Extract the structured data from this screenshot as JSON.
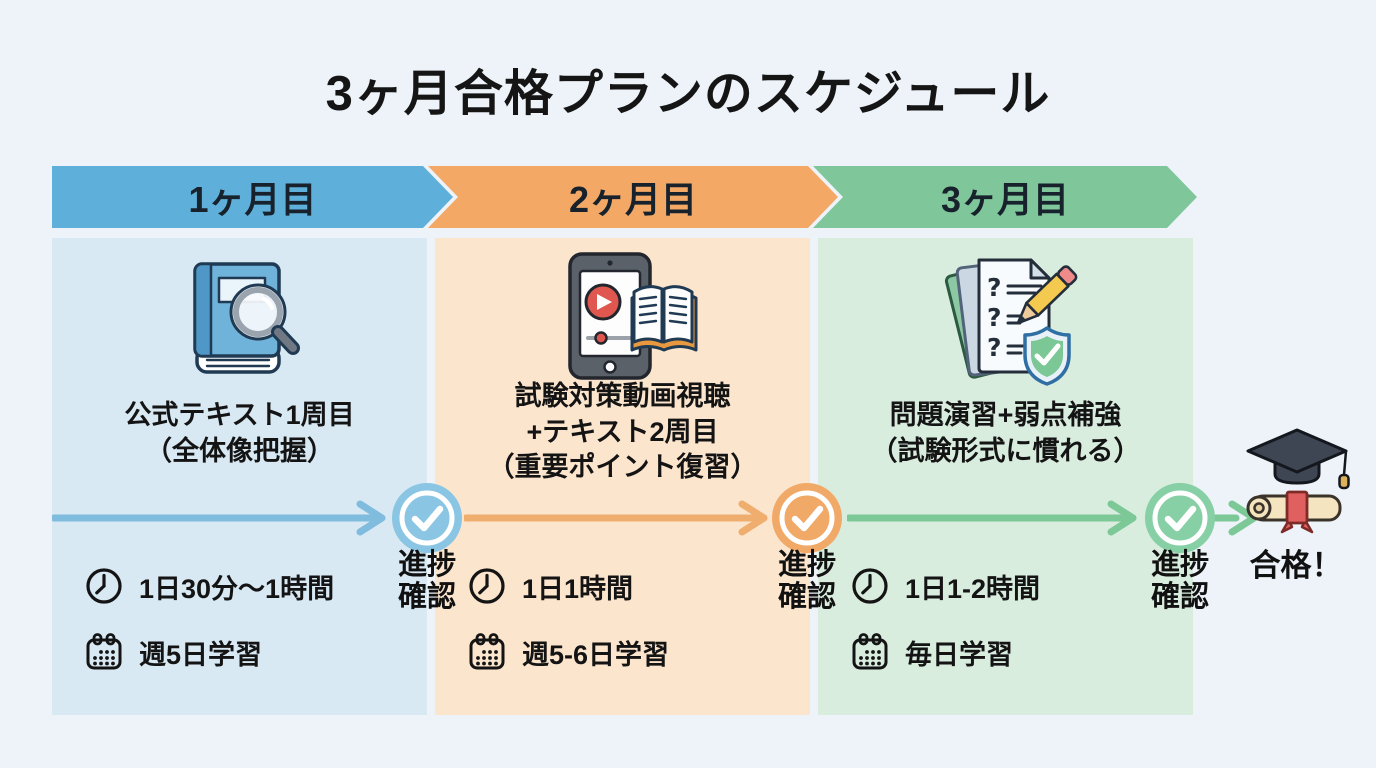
{
  "title": "3ヶ月合格プランのスケジュール",
  "colors": {
    "page_bg": "#EDF3F9",
    "text": "#1A1A1A"
  },
  "months": [
    {
      "header": "1ヶ月目",
      "icon": "textbook-with-magnifier",
      "description_lines": [
        "公式テキスト1周目",
        "（全体像把握）"
      ],
      "daily_time": "1日30分〜1時間",
      "study_frequency": "週5日学習",
      "colors": {
        "header": "#5EAFD9",
        "panel": "#D8E9F4",
        "arrow": "#7FBCDE",
        "checkpoint": "#8AC6E4"
      }
    },
    {
      "header": "2ヶ月目",
      "icon": "tablet-video-and-textbook",
      "description_lines": [
        "試験対策動画視聴",
        "+テキスト2周目",
        "（重要ポイント復習）"
      ],
      "daily_time": "1日1時間",
      "study_frequency": "週5-6日学習",
      "colors": {
        "header": "#F3A865",
        "panel": "#FBE5CD",
        "arrow": "#EFAD6E",
        "checkpoint": "#F1A968"
      }
    },
    {
      "header": "3ヶ月目",
      "icon": "practice-sheets-pencil-shield",
      "description_lines": [
        "問題演習+弱点補強",
        "（試験形式に慣れる）"
      ],
      "daily_time": "1日1-2時間",
      "study_frequency": "毎日学習",
      "colors": {
        "header": "#7FC79B",
        "panel": "#D9EDDF",
        "arrow": "#7CC897",
        "checkpoint": "#87CFA5"
      }
    }
  ],
  "checkpoint": {
    "label_lines": [
      "進捗",
      "確認"
    ]
  },
  "goal": {
    "label": "合格！",
    "icon": "graduation-cap-and-diploma"
  }
}
